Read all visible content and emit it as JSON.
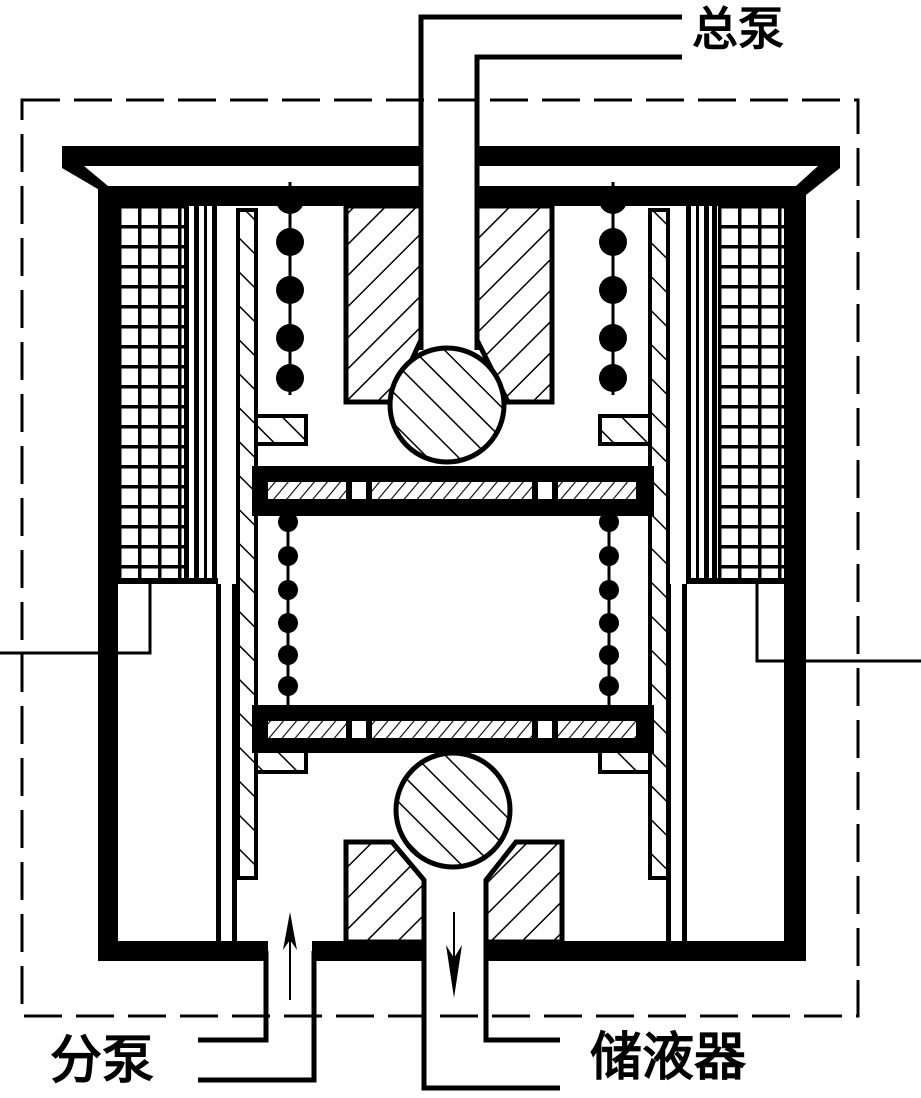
{
  "diagram": {
    "type": "cross-section schematic",
    "subject": "ABS solenoid valve (three-position hydraulic valve)",
    "colors": {
      "ink": "#000000",
      "background": "#ffffff"
    }
  },
  "labels": {
    "master_cylinder": "总泵",
    "wheel_cylinder": "分泵",
    "reservoir": "储液器"
  },
  "ports": [
    {
      "id": "master_cylinder",
      "position": "top",
      "flow": "inlet"
    },
    {
      "id": "wheel_cylinder",
      "position": "bottom-left",
      "flow_arrow": "up"
    },
    {
      "id": "reservoir",
      "position": "bottom-right",
      "flow_arrow": "down"
    }
  ],
  "components": [
    {
      "id": "housing",
      "description": "thick outer valve housing with flared top cover"
    },
    {
      "id": "solenoid_coil",
      "description": "cross-hatched coil windings, left and right"
    },
    {
      "id": "armature_sleeve",
      "description": "hatched vertical guide sleeve"
    },
    {
      "id": "main_spring",
      "description": "upper spring (bead chain), left and right"
    },
    {
      "id": "auxiliary_spring",
      "description": "middle spring between armature plates"
    },
    {
      "id": "inlet_valve_seat",
      "description": "hatched upper seat blocks"
    },
    {
      "id": "inlet_ball",
      "description": "upper hatched ball valve"
    },
    {
      "id": "armature_plates",
      "description": "upper and lower hatched armature plates"
    },
    {
      "id": "outlet_ball",
      "description": "lower hatched ball valve"
    },
    {
      "id": "outlet_valve_seat",
      "description": "hatched lower seat blocks with chamfers"
    },
    {
      "id": "boundary",
      "description": "dashed outline enclosing the valve"
    },
    {
      "id": "electrical_leads",
      "description": "coil leads extending left and right"
    }
  ]
}
